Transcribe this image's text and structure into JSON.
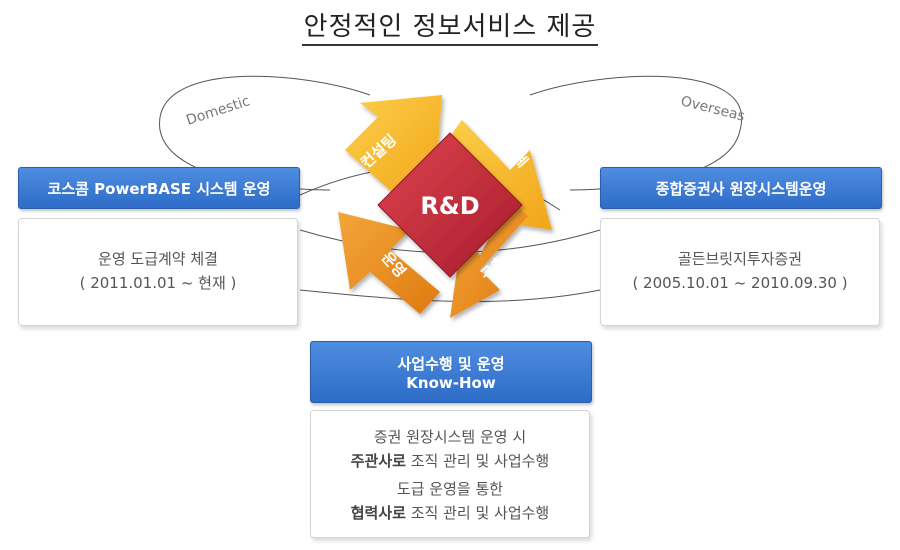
{
  "title": "안정적인 정보서비스 제공",
  "labels": {
    "domestic": "Domestic",
    "overseas": "Overseas"
  },
  "center": {
    "label": "R&D",
    "color": "#c0283a"
  },
  "arrows": {
    "top_left": "컨설팅",
    "top_right": "설계",
    "bottom_left": "운영",
    "bottom_right": "구축"
  },
  "left": {
    "header": "코스콤 PowerBASE 시스템 운영",
    "line1": "운영 도급계약 체결",
    "line2": "( 2011.01.01 ~ 현재 )"
  },
  "right": {
    "header": "종합증권사 원장시스템운영",
    "line1": "골든브릿지투자증권",
    "line2": "( 2005.10.01 ~ 2010.09.30 )"
  },
  "bottom": {
    "header_line1": "사업수행 및 운영",
    "header_line2": "Know-How",
    "line1": "증권 원장시스템 운영 시",
    "line2_bold": "주관사로",
    "line2_rest": " 조직 관리 및 사업수행",
    "line3": "도급 운영을 통한",
    "line4_bold": "협력사로",
    "line4_rest": " 조직 관리 및 사업수행"
  },
  "colors": {
    "blue": "#3a78d3",
    "arrow_light": "#f6b82f",
    "arrow_dark": "#e5860f"
  }
}
